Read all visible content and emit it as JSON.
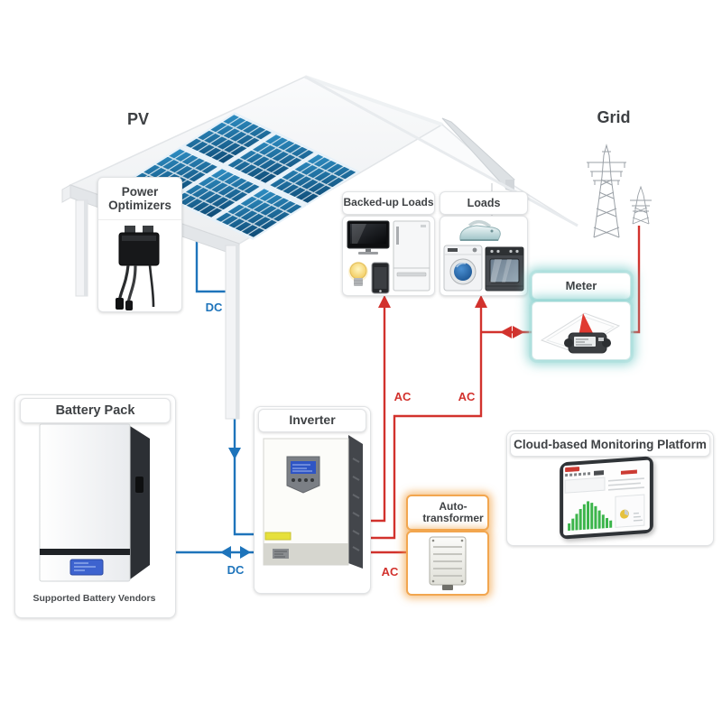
{
  "scene": {
    "pv_label": "PV",
    "grid_label": "Grid"
  },
  "boxes": {
    "power_optimizers": {
      "label": "Power Optimizers"
    },
    "backed_up_loads": {
      "label": "Backed-up Loads"
    },
    "loads": {
      "label": "Loads"
    },
    "meter": {
      "label": "Meter"
    },
    "battery": {
      "label": "Battery Pack",
      "caption": "Supported Battery Vendors"
    },
    "inverter": {
      "label": "Inverter"
    },
    "auto_transformer": {
      "label": "Auto-transformer"
    },
    "monitoring": {
      "label": "Cloud-based Monitoring Platform"
    }
  },
  "wire_labels": {
    "pv_dc": "DC",
    "battery_dc": "DC",
    "backed_up_ac": "AC",
    "loads_ac": "AC",
    "transformer_ac": "AC"
  },
  "colors": {
    "dc_line": "#1e74bb",
    "ac_line": "#d2322d",
    "meter_glow": "#7fcecc",
    "transformer_glow": "#f2a64f",
    "panel_dark": "#0e4a75",
    "panel_light": "#2f8fc4",
    "label_text": "#3f4245"
  },
  "icons": {
    "backed_up_loads": [
      "tv",
      "light-bulb",
      "smartphone",
      "refrigerator"
    ],
    "loads": [
      "iron",
      "washing-machine",
      "oven"
    ],
    "grid": [
      "transmission-tower",
      "transmission-tower-small"
    ],
    "monitoring": [
      "tablet-dashboard"
    ],
    "meter": [
      "energy-meter"
    ],
    "battery": [
      "wall-battery"
    ],
    "inverter": [
      "hybrid-inverter"
    ],
    "auto_transformer": [
      "auto-transformer-unit"
    ],
    "power_optimizers": [
      "optimizer-module"
    ]
  }
}
